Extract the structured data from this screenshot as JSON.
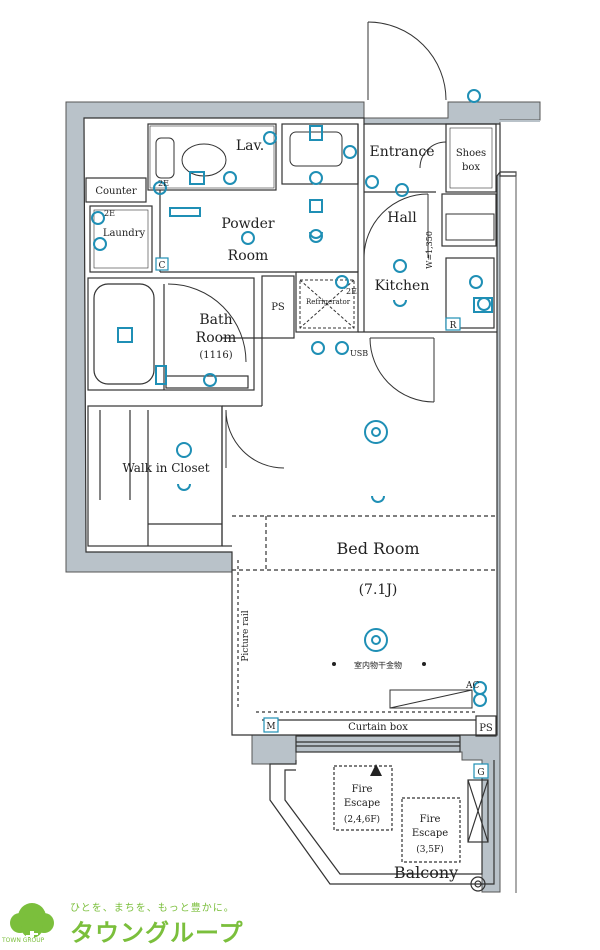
{
  "rooms": {
    "lav": "Lav.",
    "entrance": "Entrance",
    "shoes_box_line1": "Shoes",
    "shoes_box_line2": "box",
    "counter": "Counter",
    "laundry": "Laundry",
    "powder_room_line1": "Powder",
    "powder_room_line2": "Room",
    "hall": "Hall",
    "kitchen": "Kitchen",
    "refrigerator": "Refrigerator",
    "ps_inner": "PS",
    "bath_room_line1": "Bath",
    "bath_room_line2": "Room",
    "bath_size": "(1116)",
    "walk_in_closet": "Walk in Closet",
    "bed_room": "Bed Room",
    "bed_room_size": "(7.1J)",
    "picture_rail": "Picture rail",
    "indoor_drying": "室内物干金物",
    "curtain_box": "Curtain box",
    "ps_outer": "PS",
    "fire_escape_1_line1": "Fire",
    "fire_escape_1_line2": "Escape",
    "fire_escape_1_floors": "(2,4,6F)",
    "fire_escape_2_line1": "Fire",
    "fire_escape_2_line2": "Escape",
    "fire_escape_2_floors": "(3,5F)",
    "balcony": "Balcony",
    "kitchen_width": "W=1,350"
  },
  "symbols": {
    "c_marker": "C",
    "r_marker": "R",
    "g_marker": "G",
    "m_marker": "M",
    "ac_marker": "AC",
    "ze_1": "2E",
    "ze_2": "2E",
    "ze_3": "2E",
    "usb": "USB"
  },
  "brand": {
    "tagline": "ひとを、まちを、もっと豊かに。",
    "name": "タウングループ",
    "sub": "TOWN GROUP"
  },
  "colors": {
    "wall": "#b9c2c9",
    "line": "#333333",
    "symbol": "#1f8fb5",
    "brand": "#7bbf3c"
  }
}
